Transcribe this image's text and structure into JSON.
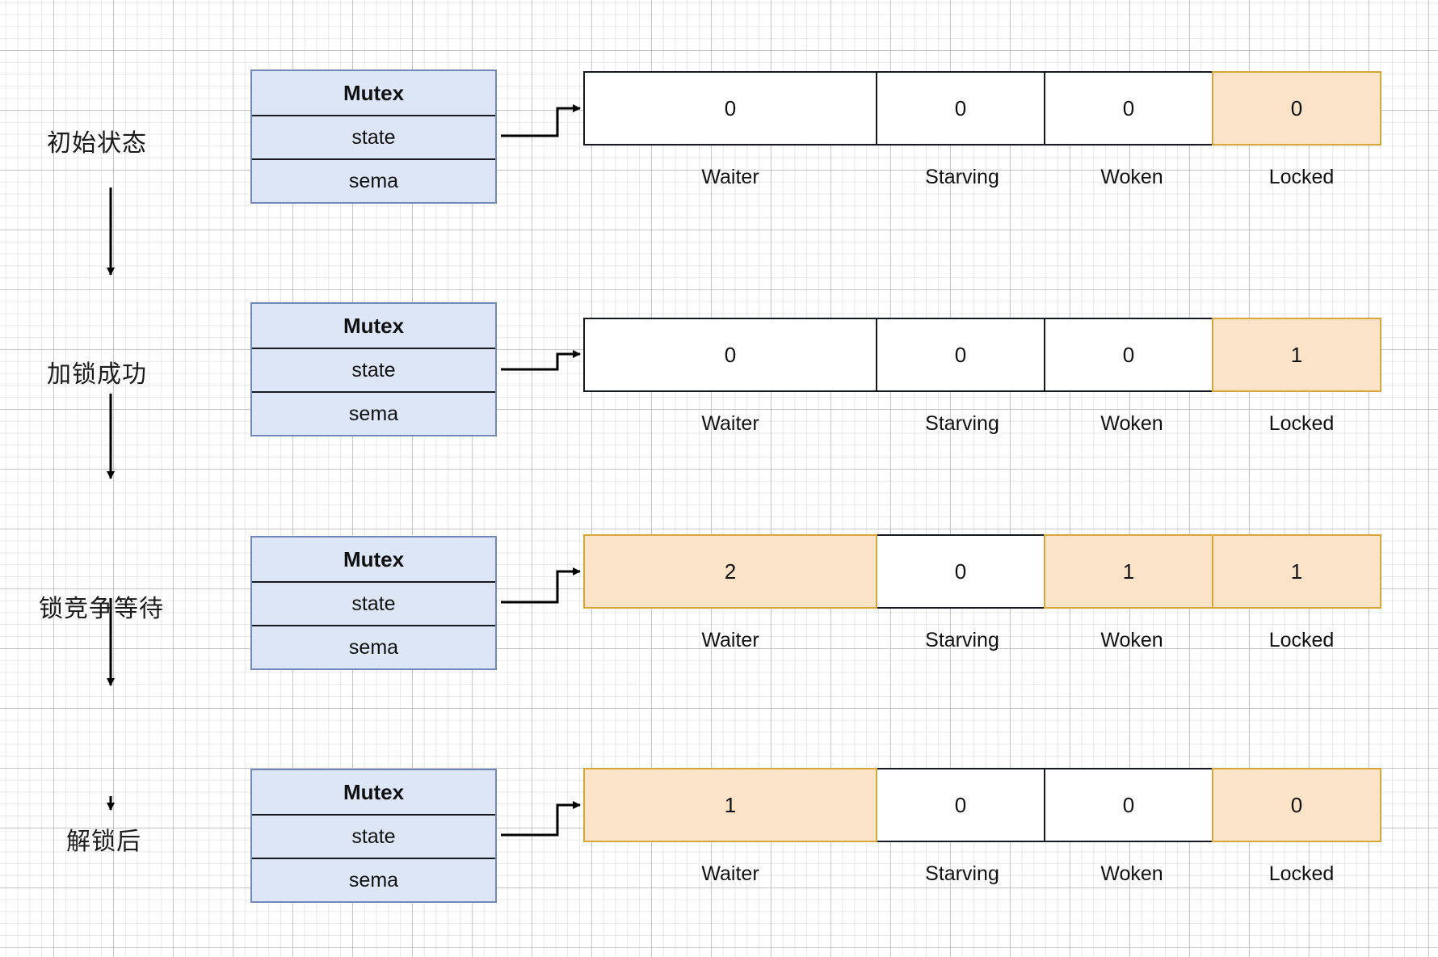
{
  "diagram": {
    "title": "Go Mutex state bit-field transitions",
    "colors": {
      "struct_fill": "#dce6f7",
      "struct_border": "#7089ba",
      "cell_border": "#16191f",
      "highlight_fill": "#fae3c7",
      "highlight_border": "#d6a83c",
      "arrow": "#000000",
      "grid": "#c8c8c8"
    },
    "struct": {
      "title": "Mutex",
      "fields": [
        "state",
        "sema"
      ]
    },
    "bit_labels": [
      "Waiter",
      "Starving",
      "Woken",
      "Locked"
    ],
    "stages": [
      {
        "label": "初始状态",
        "struct_title": "Mutex",
        "fields": [
          "state",
          "sema"
        ],
        "bits": [
          {
            "name": "Waiter",
            "value": "0",
            "highlight": false
          },
          {
            "name": "Starving",
            "value": "0",
            "highlight": false
          },
          {
            "name": "Woken",
            "value": "0",
            "highlight": false
          },
          {
            "name": "Locked",
            "value": "0",
            "highlight": true
          }
        ]
      },
      {
        "label": "加锁成功",
        "struct_title": "Mutex",
        "fields": [
          "state",
          "sema"
        ],
        "bits": [
          {
            "name": "Waiter",
            "value": "0",
            "highlight": false
          },
          {
            "name": "Starving",
            "value": "0",
            "highlight": false
          },
          {
            "name": "Woken",
            "value": "0",
            "highlight": false
          },
          {
            "name": "Locked",
            "value": "1",
            "highlight": true
          }
        ]
      },
      {
        "label": "锁竞争等待",
        "struct_title": "Mutex",
        "fields": [
          "state",
          "sema"
        ],
        "bits": [
          {
            "name": "Waiter",
            "value": "2",
            "highlight": true
          },
          {
            "name": "Starving",
            "value": "0",
            "highlight": false
          },
          {
            "name": "Woken",
            "value": "1",
            "highlight": true
          },
          {
            "name": "Locked",
            "value": "1",
            "highlight": true
          }
        ]
      },
      {
        "label": "解锁后",
        "struct_title": "Mutex",
        "fields": [
          "state",
          "sema"
        ],
        "bits": [
          {
            "name": "Waiter",
            "value": "1",
            "highlight": true
          },
          {
            "name": "Starving",
            "value": "0",
            "highlight": false
          },
          {
            "name": "Woken",
            "value": "0",
            "highlight": false
          },
          {
            "name": "Locked",
            "value": "0",
            "highlight": true
          }
        ]
      }
    ]
  }
}
